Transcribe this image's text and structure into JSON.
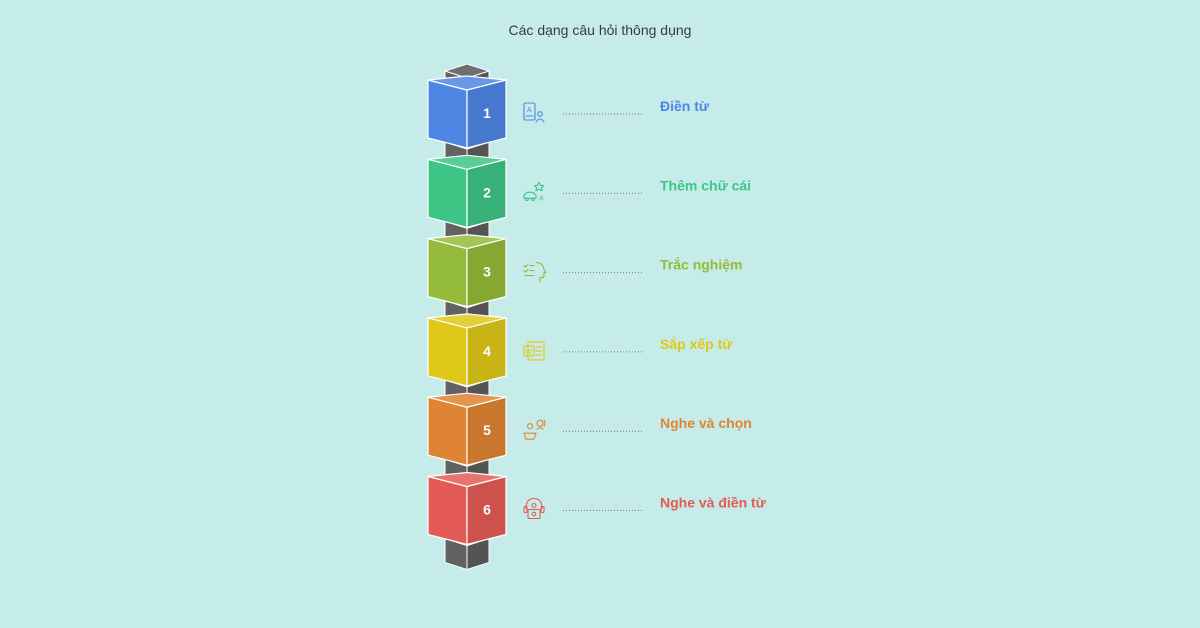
{
  "title": "Các dạng câu hỏi thông dụng",
  "connector_color": "#676767",
  "items": [
    {
      "number": "1",
      "label": "Điền từ",
      "color": "#4e86e4",
      "icon": "letter-card-person-icon"
    },
    {
      "number": "2",
      "label": "Thêm chữ cái",
      "color": "#3dc585",
      "icon": "star-car-letter-icon"
    },
    {
      "number": "3",
      "label": "Trắc nghiệm",
      "color": "#94bb39",
      "icon": "checklist-head-icon"
    },
    {
      "number": "4",
      "label": "Sắp xếp từ",
      "color": "#dfc817",
      "icon": "word-document-icon"
    },
    {
      "number": "5",
      "label": "Nghe và chọn",
      "color": "#df8432",
      "icon": "listening-person-icon"
    },
    {
      "number": "6",
      "label": "Nghe và điền từ",
      "color": "#e45a55",
      "icon": "headphones-box-icon"
    }
  ]
}
